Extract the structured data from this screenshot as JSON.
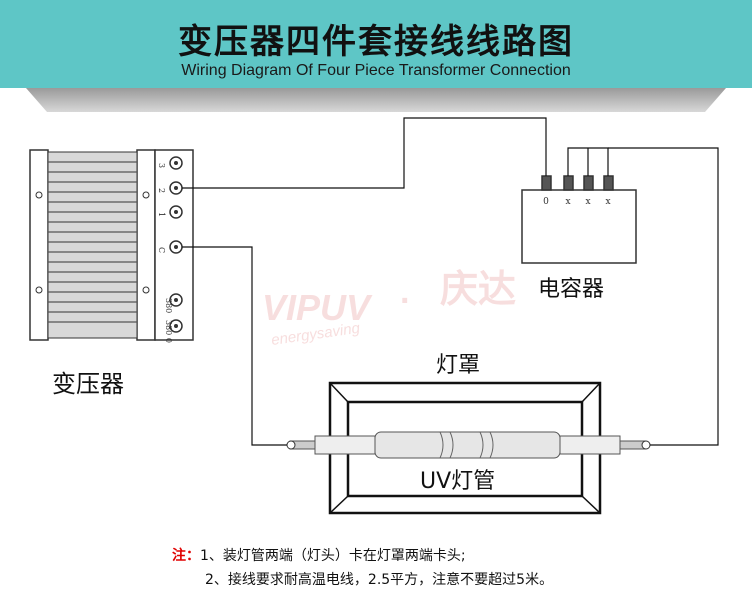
{
  "header": {
    "title": "变压器四件套接线线路图",
    "subtitle": "Wiring Diagram Of Four Piece Transformer Connection"
  },
  "labels": {
    "transformer": "变压器",
    "capacitor": "电容器",
    "lamp_cover": "灯罩",
    "uv_lamp": "UV灯管"
  },
  "transformer_terminals": [
    "3",
    "2",
    "1",
    "C",
    "380",
    "380 0"
  ],
  "capacitor_terminals": [
    "0",
    "x",
    "x",
    "x"
  ],
  "watermark": {
    "brand": "VIPUV",
    "dot": "·",
    "chinese": "庆达",
    "tagline": "energysaving"
  },
  "notes": {
    "prefix": "注：",
    "line1": "1、装灯管两端（灯头）卡在灯罩两端卡头;",
    "line2": "2、接线要求耐高温电线，2.5平方，注意不要超过5米。"
  },
  "colors": {
    "banner": "#5ec6c6",
    "note_prefix": "#e00000",
    "watermark": "#f2c4c4"
  }
}
